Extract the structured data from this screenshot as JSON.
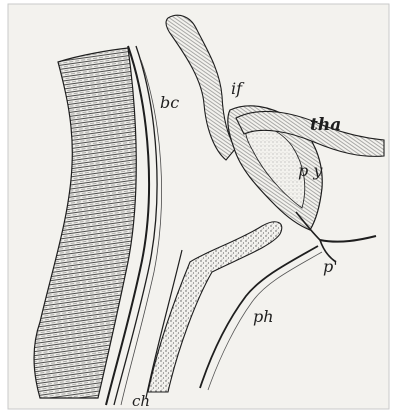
{
  "figure": {
    "labels": {
      "bc": "bc",
      "if": "if",
      "tha": "tha",
      "py": "p y",
      "p": "p'",
      "ph": "ph",
      "ch": "ch"
    }
  },
  "colors": {
    "paper": "#f3f2ee",
    "ink": "#1e1e1e",
    "stipple": "#5a5a5a",
    "frame": "#c9c9c9"
  }
}
